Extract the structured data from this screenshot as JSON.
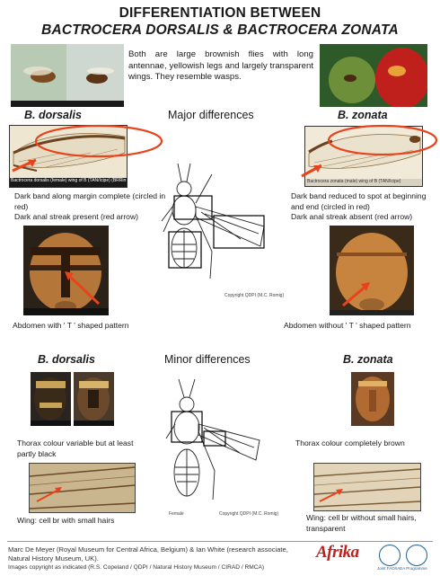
{
  "header": {
    "title_line1": "DIFFERENTIATION BETWEEN",
    "title_line2": "BACTROCERA DORSALIS & BACTROCERA ZONATA"
  },
  "intro_text": "Both are large brownish flies with long antennae, yellowish legs and largely transparent wings. They resemble wasps.",
  "major": {
    "heading": "Major differences",
    "left_species": "B. dorsalis",
    "right_species": "B. zonata",
    "left_wing_caption": "Bactrocera dorsalis (female) wing of B (TAN/Icipe) (BRRimeg)",
    "left_wing_text_1": "Dark band along margin complete (circled in red)",
    "left_wing_text_2": "Dark anal streak present (red arrow)",
    "right_wing_caption": "Bactrocera zonata (male) wing of B (TAN/Icipe)",
    "right_wing_text_1": "Dark band reduced to spot at beginning and end (circled in red)",
    "right_wing_text_2": "Dark anal streak absent (red arrow)",
    "left_abdomen_text": "Abdomen with ' T ' shaped pattern",
    "right_abdomen_text": "Abdomen without ' T ' shaped pattern",
    "copyright": "Copyright QDPI (M.C. Romig)"
  },
  "minor": {
    "heading": "Minor differences",
    "left_species": "B. dorsalis",
    "right_species": "B. zonata",
    "left_thorax_text": "Thorax colour variable but at least partly black",
    "right_thorax_text": "Thorax colour completely brown",
    "left_wing_text": "Wing: cell br with small hairs",
    "right_wing_text": "Wing: cell br without small hairs, transparent",
    "figure_label": "Female",
    "copyright": "Copyright QDPI (M.C. Romig)"
  },
  "footer": {
    "authors": "Marc De Meyer (Royal Museum for Central Africa, Belgium) & Ian White (research associate, Natural History Museum, UK).",
    "images_credit": "Images copyright as indicated (R.S. Copeland / QDPI / Natural History Museum / CIRAD / RMCA)",
    "logo_text": "Afrika",
    "logo_sub": "Joint FAO/IAEA Programme"
  },
  "colors": {
    "accent_red": "#e8431c",
    "wing_tan": "#d9c9a8"
  }
}
